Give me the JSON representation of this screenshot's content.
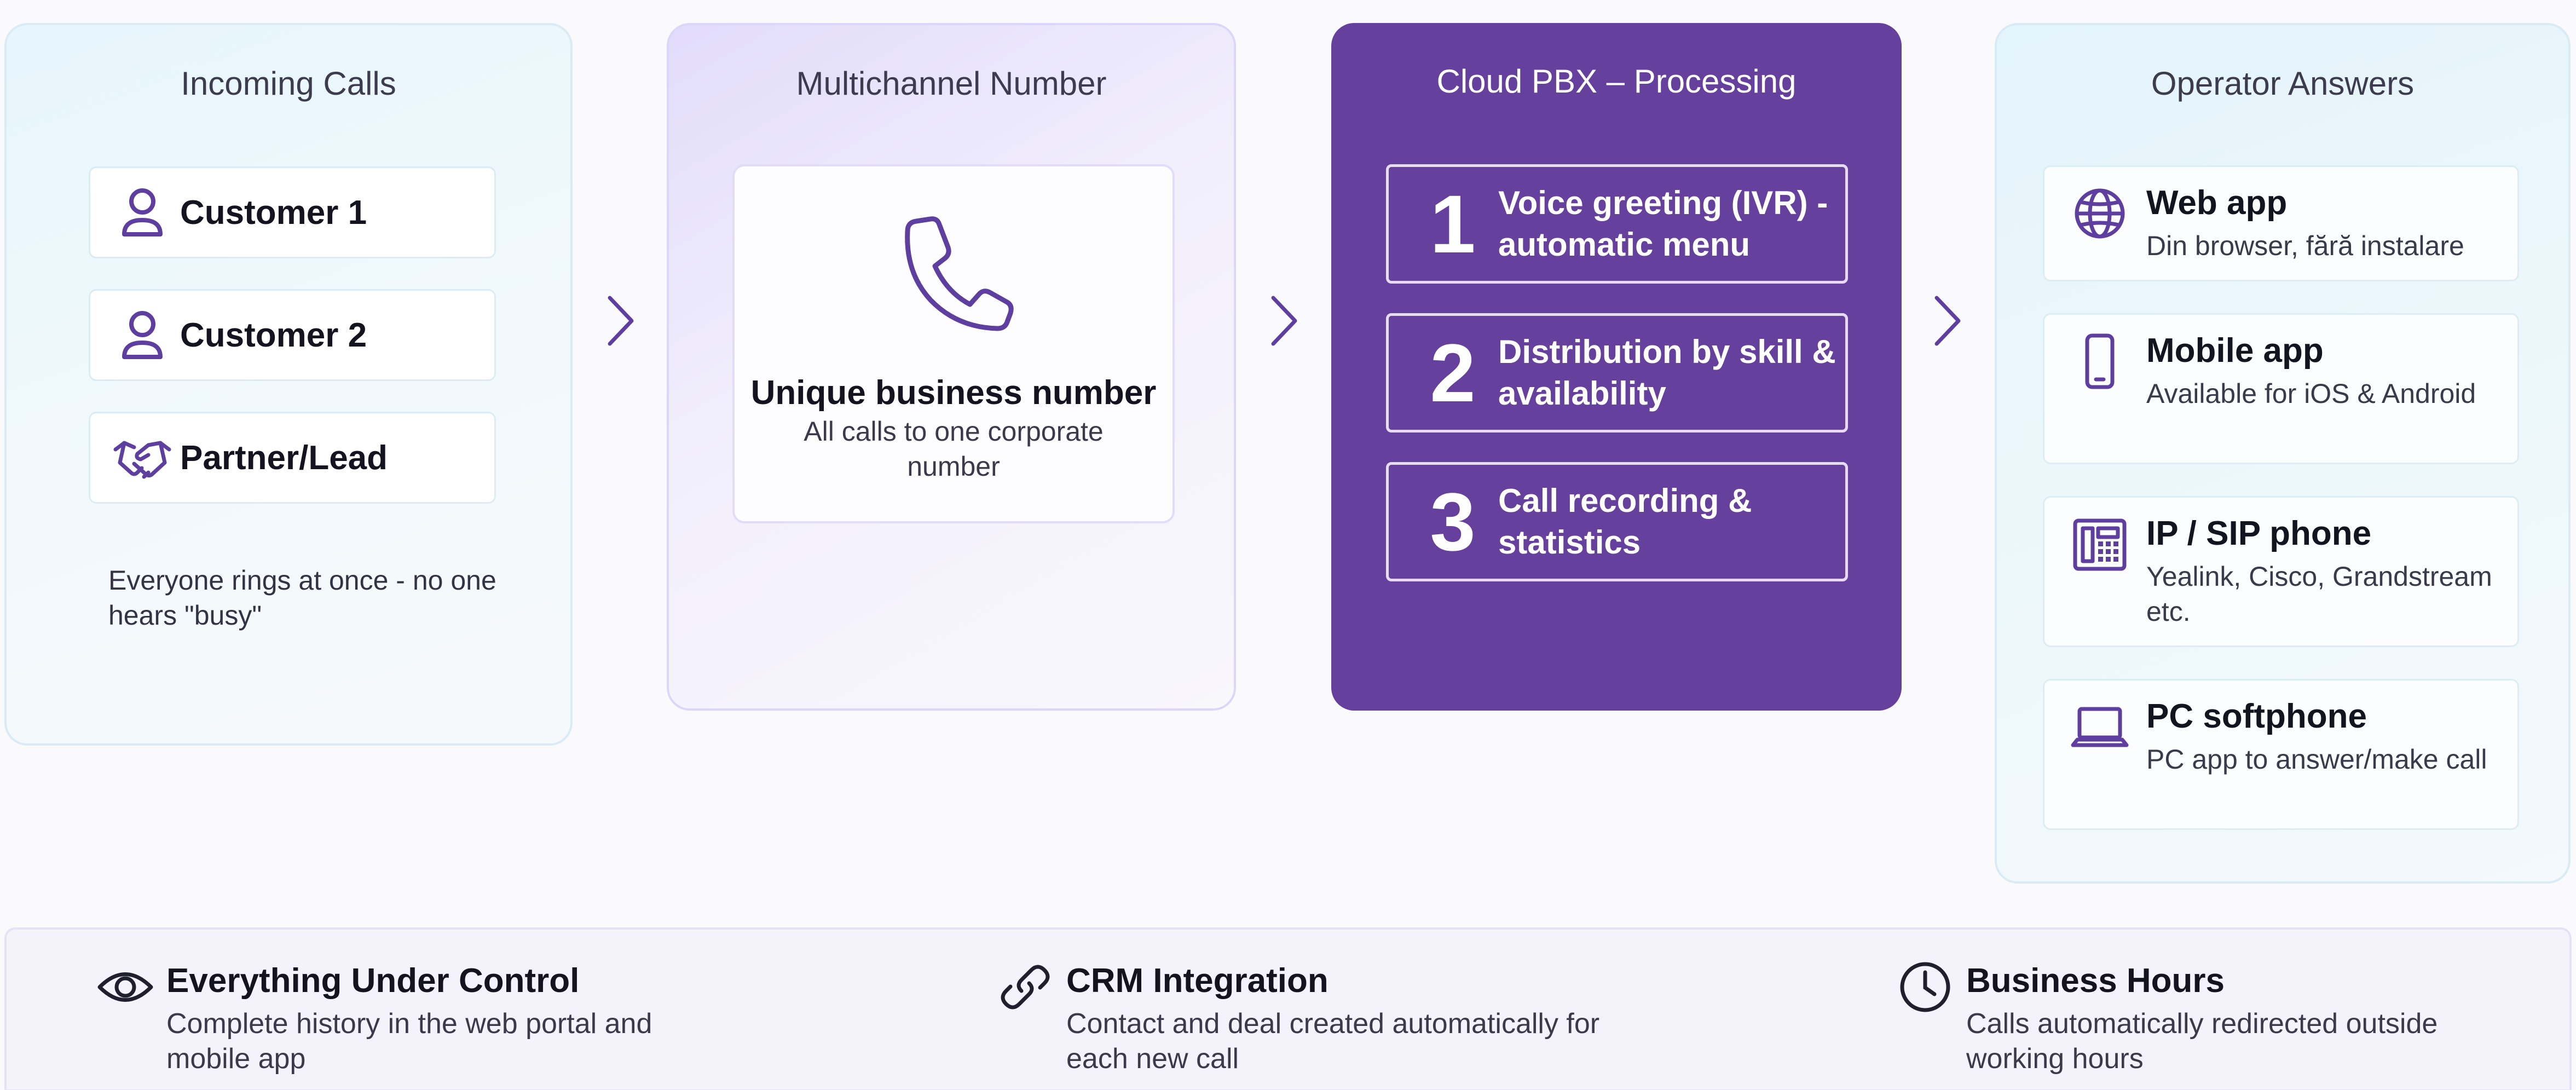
{
  "colors": {
    "accent": "#65409d",
    "icon": "#5e3fa0",
    "incoming_bg": "#e6f6fc",
    "number_bg": "#e2dcfb",
    "pbx_bg": "#65409d",
    "operator_bg": "#e4f4fb"
  },
  "incoming": {
    "title": "Incoming Calls",
    "callers": [
      {
        "label": "Customer 1",
        "icon": "user-icon"
      },
      {
        "label": "Customer 2",
        "icon": "user-icon"
      },
      {
        "label": "Partner/Lead",
        "icon": "handshake-icon"
      }
    ],
    "note": "Everyone rings at once - no one hears \"busy\""
  },
  "number": {
    "title": "Multichannel Number",
    "icon": "phone-icon",
    "heading": "Unique business number",
    "description": "All calls to one corporate number"
  },
  "pbx": {
    "title": "Cloud PBX – Processing",
    "steps": [
      {
        "number": "1",
        "text": "Voice greeting (IVR) - automatic menu"
      },
      {
        "number": "2",
        "text": "Distribution by skill & availability"
      },
      {
        "number": "3",
        "text": "Call recording & statistics"
      }
    ]
  },
  "operator": {
    "title": "Operator Answers",
    "channels": [
      {
        "title": "Web app",
        "subtitle": "Din browser, fără instalare",
        "icon": "globe-icon"
      },
      {
        "title": "Mobile app",
        "subtitle": "Available for iOS & Android",
        "icon": "mobile-icon"
      },
      {
        "title": "IP / SIP phone",
        "subtitle": "Yealink, Cisco, Grandstream etc.",
        "icon": "desk-phone-icon"
      },
      {
        "title": "PC softphone",
        "subtitle": "PC app to answer/make call",
        "icon": "laptop-icon"
      }
    ]
  },
  "features": [
    {
      "title": "Everything Under Control",
      "subtitle": "Complete history in the web portal and mobile app",
      "icon": "eye-icon"
    },
    {
      "title": "CRM Integration",
      "subtitle": "Contact and deal created automatically for each new call",
      "icon": "link-icon"
    },
    {
      "title": "Business Hours",
      "subtitle": "Calls automatically redirected outside working hours",
      "icon": "clock-icon"
    }
  ]
}
